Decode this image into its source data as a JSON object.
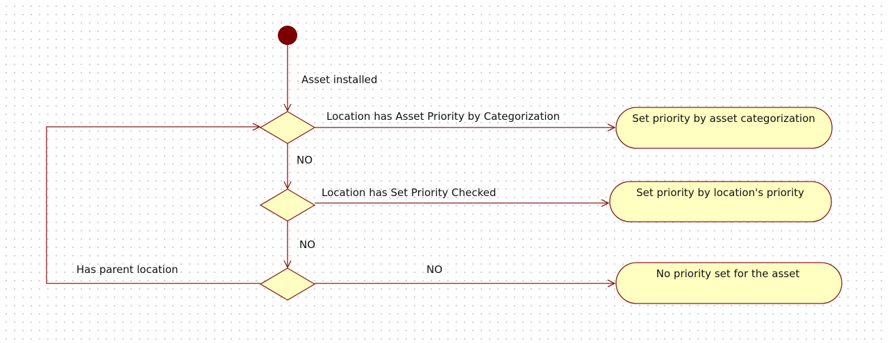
{
  "colors": {
    "line": "#8b1a1a",
    "start_node": "#7a0000",
    "node_fill": "#ffffc2"
  },
  "flow_labels": {
    "asset_installed": "Asset installed",
    "location_asset_priority": "Location has Asset Priority by Categorization",
    "no_1": "NO",
    "location_set_priority": "Location has Set Priority Checked",
    "no_2": "NO",
    "has_parent_location": "Has parent location",
    "no_3": "NO"
  },
  "actions": {
    "set_by_categorization": "Set priority by asset categorization",
    "set_by_location": "Set priority by location's priority",
    "no_priority": "No priority set for the asset"
  }
}
